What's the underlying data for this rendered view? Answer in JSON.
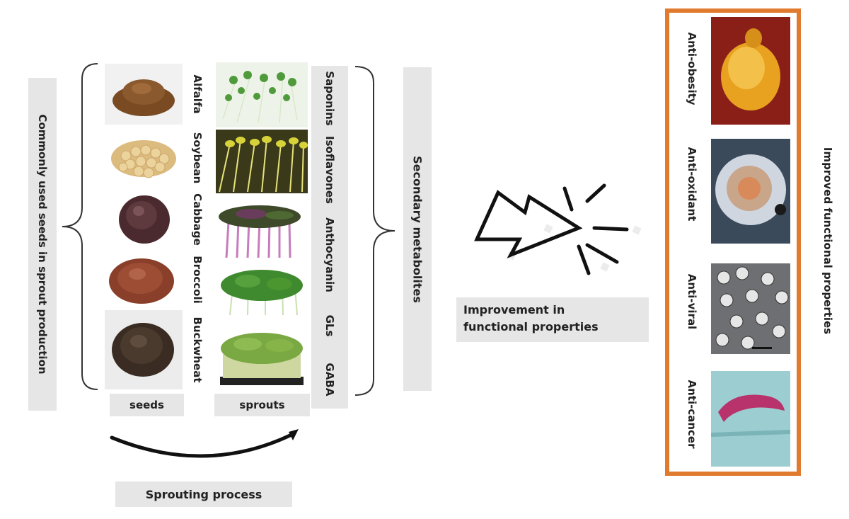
{
  "left_label": "Commonly used seeds in sprout production",
  "seeds": [
    {
      "name": "Alfalfa",
      "seed_color": "#7a4a22",
      "sprout_color": "#4f9a3a"
    },
    {
      "name": "Soybean",
      "seed_color": "#e2c48a",
      "sprout_color": "#d7d23a"
    },
    {
      "name": "Cabbage",
      "seed_color": "#4a2a2e",
      "sprout_color": "#b46aa8"
    },
    {
      "name": "Broccoli",
      "seed_color": "#8a3f2a",
      "sprout_color": "#3f8a2e"
    },
    {
      "name": "Buckwheat",
      "seed_color": "#3a2c22",
      "sprout_color": "#7aa842"
    }
  ],
  "metabolites": [
    "Saponins",
    "Isoflavones",
    "Anthocyanin",
    "GLs",
    "GABA"
  ],
  "metabolites_label": "Secondary metabolites",
  "seeds_label": "seeds",
  "sprouts_label": "sprouts",
  "process_label": "Sprouting process",
  "improvement_label_line1": "Improvement in",
  "improvement_label_line2": "functional properties",
  "functional": [
    {
      "name": "Anti-obesity",
      "color": "#e8a21f"
    },
    {
      "name": "Anti-oxidant",
      "color": "#c9a58a"
    },
    {
      "name": "Anti-viral",
      "color": "#6d6f72"
    },
    {
      "name": "Anti-cancer",
      "color": "#8fc3c7"
    }
  ],
  "right_label": "Improved functional properties",
  "colors": {
    "frame": "#e07a2e",
    "panel": "#e6e6e6"
  }
}
